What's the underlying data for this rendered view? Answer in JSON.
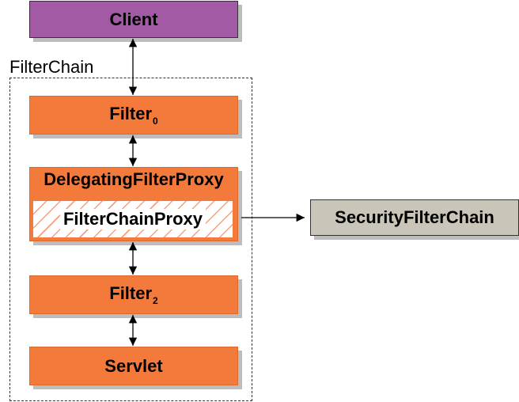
{
  "nodes": {
    "client": "Client",
    "filter_chain_label": "FilterChain",
    "filter0_name": "Filter",
    "filter0_sub": "0",
    "delegating_filter_proxy": "DelegatingFilterProxy",
    "filter_chain_proxy": "FilterChainProxy",
    "filter2_name": "Filter",
    "filter2_sub": "2",
    "servlet": "Servlet",
    "security_filter_chain": "SecurityFilterChain"
  },
  "colors": {
    "client_fill": "#a35aa5",
    "filter_fill": "#f47a3c",
    "security_filter_chain_fill": "#c9c5b9",
    "hatch": "#f6a07a"
  },
  "edges": [
    {
      "from": "client",
      "to": "filter0",
      "direction": "both"
    },
    {
      "from": "filter0",
      "to": "delegating_filter_proxy",
      "direction": "both"
    },
    {
      "from": "delegating_filter_proxy",
      "to": "filter2",
      "direction": "both"
    },
    {
      "from": "filter2",
      "to": "servlet",
      "direction": "both"
    },
    {
      "from": "filter_chain_proxy",
      "to": "security_filter_chain",
      "direction": "forward"
    }
  ]
}
